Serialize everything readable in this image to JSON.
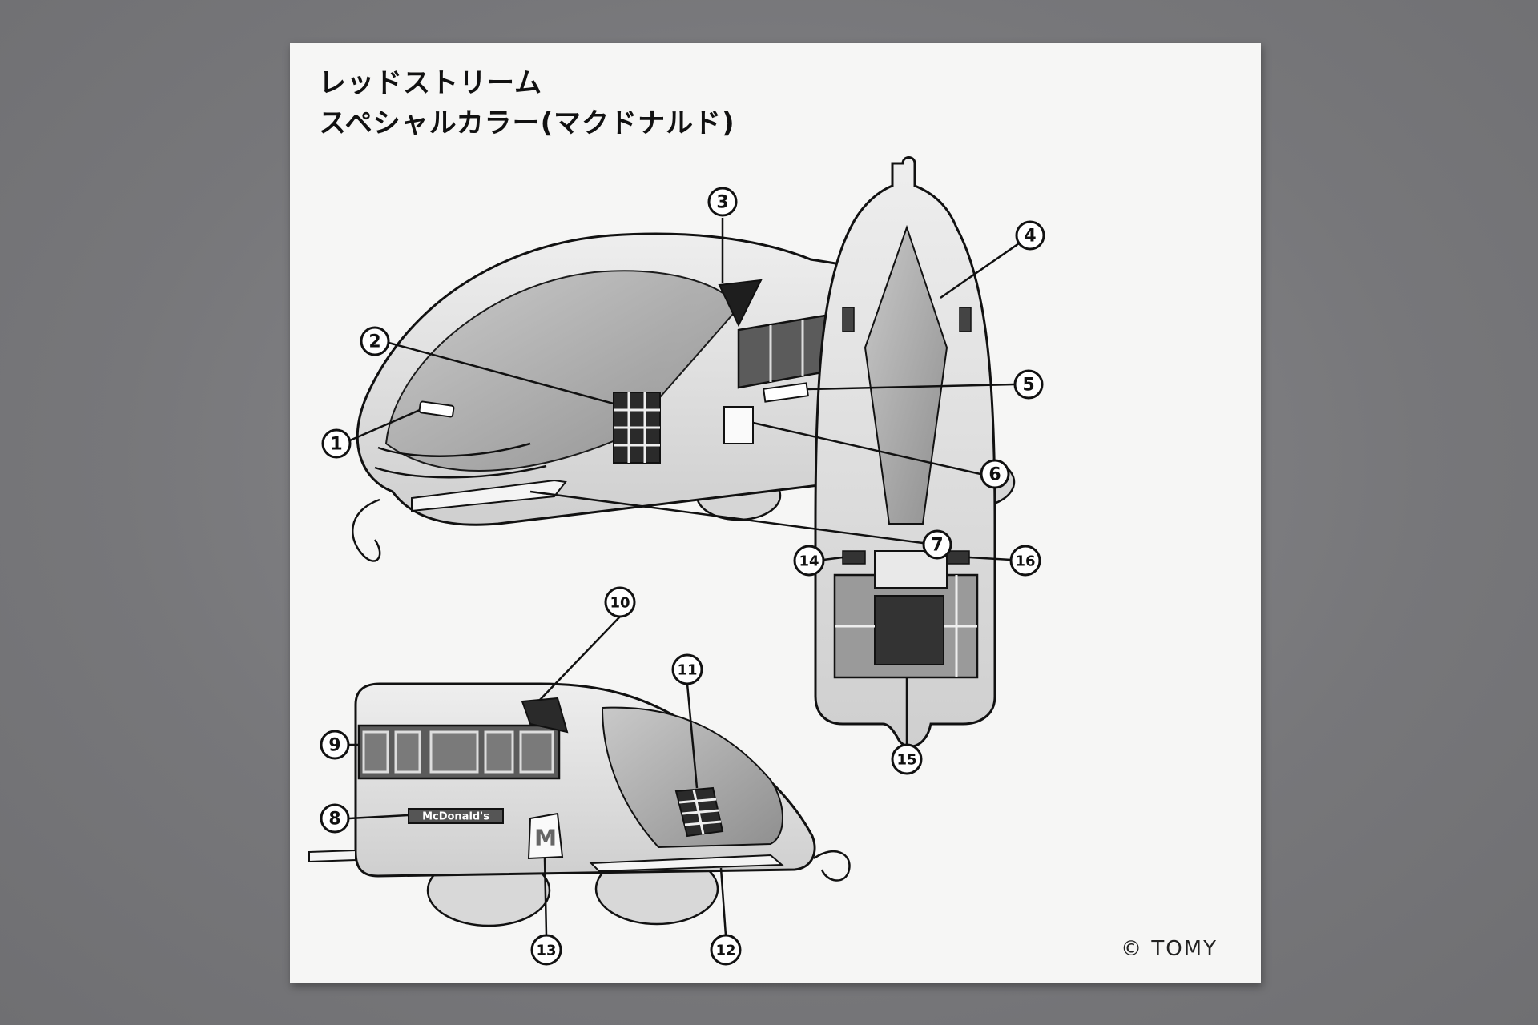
{
  "sheet": {
    "title_line1": "レッドストリーム",
    "title_line2": "スペシャルカラー(マクドナルド)",
    "copyright": "© TOMY",
    "sticker_text": "McDonald's",
    "logo_mark": "M"
  },
  "callouts": [
    "1",
    "2",
    "3",
    "4",
    "5",
    "6",
    "7",
    "8",
    "9",
    "10",
    "11",
    "12",
    "13",
    "14",
    "15",
    "16"
  ],
  "icons": {
    "train_side_top": "train-front-three-quarter-icon",
    "train_side_bottom": "train-side-icon",
    "train_top_view": "train-top-view-icon"
  },
  "colors": {
    "sheet": "#f6f6f5",
    "background": "#7d7d80",
    "line": "#111111",
    "body_gray": "#d9d9d9",
    "window_dark": "#3a3a3a"
  }
}
